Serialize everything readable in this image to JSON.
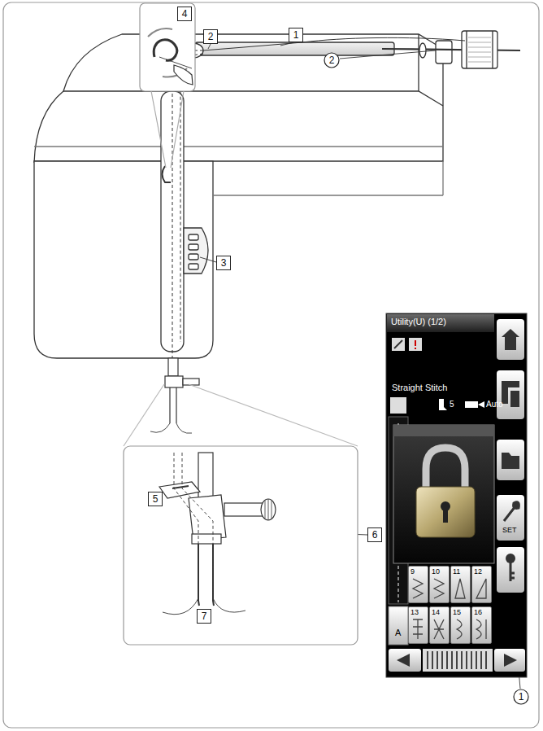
{
  "diagram": {
    "nodes": [
      {
        "text": [
          "4"
        ]
      },
      {
        "text": [
          "2"
        ]
      },
      {
        "text": [
          "1"
        ]
      },
      {
        "text": [
          "2"
        ]
      },
      {
        "text": [
          "3"
        ]
      },
      {
        "text": [
          "Utility(U) (1/2)",
          "Straight Stitch"
        ]
      },
      {
        "text": [
          "9"
        ],
        "in": 5
      },
      {
        "text": [
          "10"
        ],
        "in": 5
      },
      {
        "text": [
          "11"
        ],
        "in": 5
      },
      {
        "text": [
          "12"
        ],
        "in": 5
      },
      {
        "text": [
          "13"
        ],
        "in": 5
      },
      {
        "text": [
          "14"
        ],
        "in": 5
      },
      {
        "text": [
          "15"
        ],
        "in": 5
      },
      {
        "text": [
          "16"
        ],
        "in": 5
      },
      {
        "text": [
          "5"
        ]
      },
      {
        "text": [
          "6"
        ]
      },
      {
        "text": [
          "7"
        ]
      },
      {
        "text": [
          "1"
        ]
      }
    ],
    "labels": [
      "5",
      "Auto",
      "SET",
      "A"
    ]
  }
}
